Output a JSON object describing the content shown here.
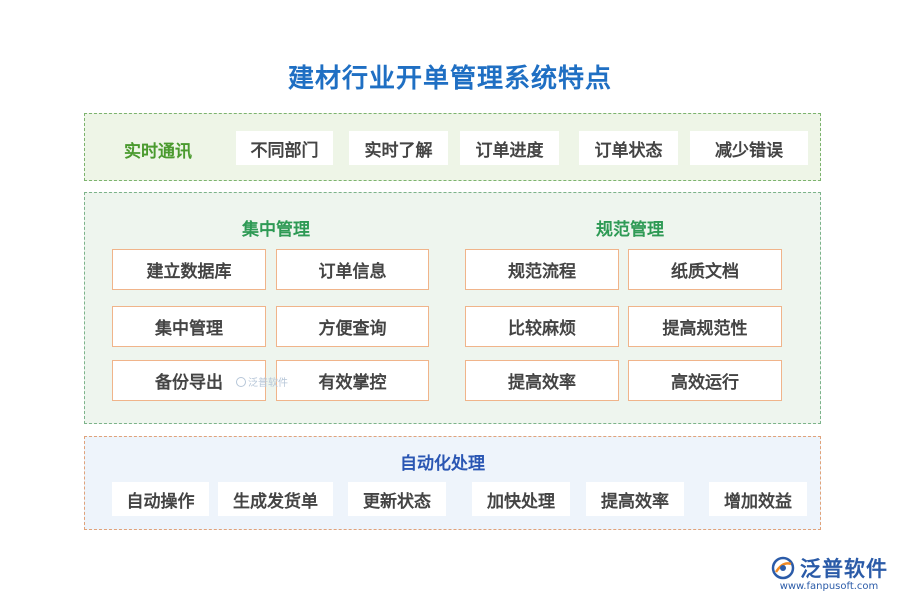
{
  "title": "建材行业开单管理系统特点",
  "realtime": {
    "heading": "实时通讯",
    "items": [
      "不同部门",
      "实时了解",
      "订单进度",
      "订单状态",
      "减少错误"
    ]
  },
  "central": {
    "heading": "集中管理",
    "items": [
      "建立数据库",
      "订单信息",
      "集中管理",
      "方便查询",
      "备份导出",
      "有效掌控"
    ]
  },
  "standard": {
    "heading": "规范管理",
    "items": [
      "规范流程",
      "纸质文档",
      "比较麻烦",
      "提高规范性",
      "提高效率",
      "高效运行"
    ]
  },
  "auto": {
    "heading": "自动化处理",
    "items": [
      "自动操作",
      "生成发货单",
      "更新状态",
      "加快处理",
      "提高效率",
      "增加效益"
    ]
  },
  "watermark": "泛普软件",
  "logo": {
    "name": "泛普软件",
    "url": "www.fanpusoft.com"
  },
  "colors": {
    "title": "#1f6fc3",
    "chip_border": "#f0b48a",
    "logo": "#2b5ba8"
  }
}
